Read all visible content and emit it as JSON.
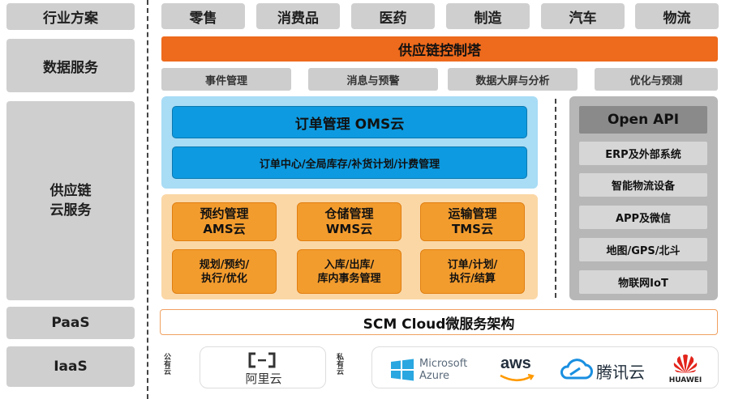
{
  "left_labels": {
    "industry": "行业方案",
    "data_service": "数据服务",
    "supply_chain_cloud": "供应链\n云服务",
    "paas": "PaaS",
    "iaas": "IaaS"
  },
  "industries": [
    "零售",
    "消费品",
    "医药",
    "制造",
    "汽车",
    "物流"
  ],
  "control_tower": "供应链控制塔",
  "data_services": [
    "事件管理",
    "消息与预警",
    "数据大屏与分析",
    "优化与预测"
  ],
  "oms": {
    "title": "订单管理 OMS云",
    "detail": "订单中心/全局库存/补货计划/计费管理"
  },
  "modules": [
    {
      "title": "预约管理\nAMS云",
      "detail": "规划/预约/\n执行/优化"
    },
    {
      "title": "仓储管理\nWMS云",
      "detail": "入库/出库/\n库内事务管理"
    },
    {
      "title": "运输管理\nTMS云",
      "detail": "订单/计划/\n执行/结算"
    }
  ],
  "open_api": {
    "title": "Open API",
    "items": [
      "ERP及外部系统",
      "智能物流设备",
      "APP及微信",
      "地图/GPS/北斗",
      "物联网IoT"
    ]
  },
  "paas_bar": "SCM Cloud微服务架构",
  "iaas": {
    "public_tag": "公有云",
    "private_tag": "私有云",
    "aliyun": "阿里云",
    "microsoft_line1": "Microsoft",
    "azure": "Azure",
    "aws": "aws",
    "tencent": "腾讯云",
    "huawei": "HUAWEI"
  },
  "colors": {
    "orange_bar": "#ee6a1c",
    "blue_panel": "#a9dcf5",
    "blue_box": "#0d9ae0",
    "orange_panel": "#fbd7a6",
    "orange_box": "#f39c2e",
    "gray": "#cfcfcf"
  },
  "icons": [
    "aliyun-logo-icon",
    "windows-logo-icon",
    "aws-smile-icon",
    "tencent-cloud-icon",
    "huawei-logo-icon"
  ]
}
